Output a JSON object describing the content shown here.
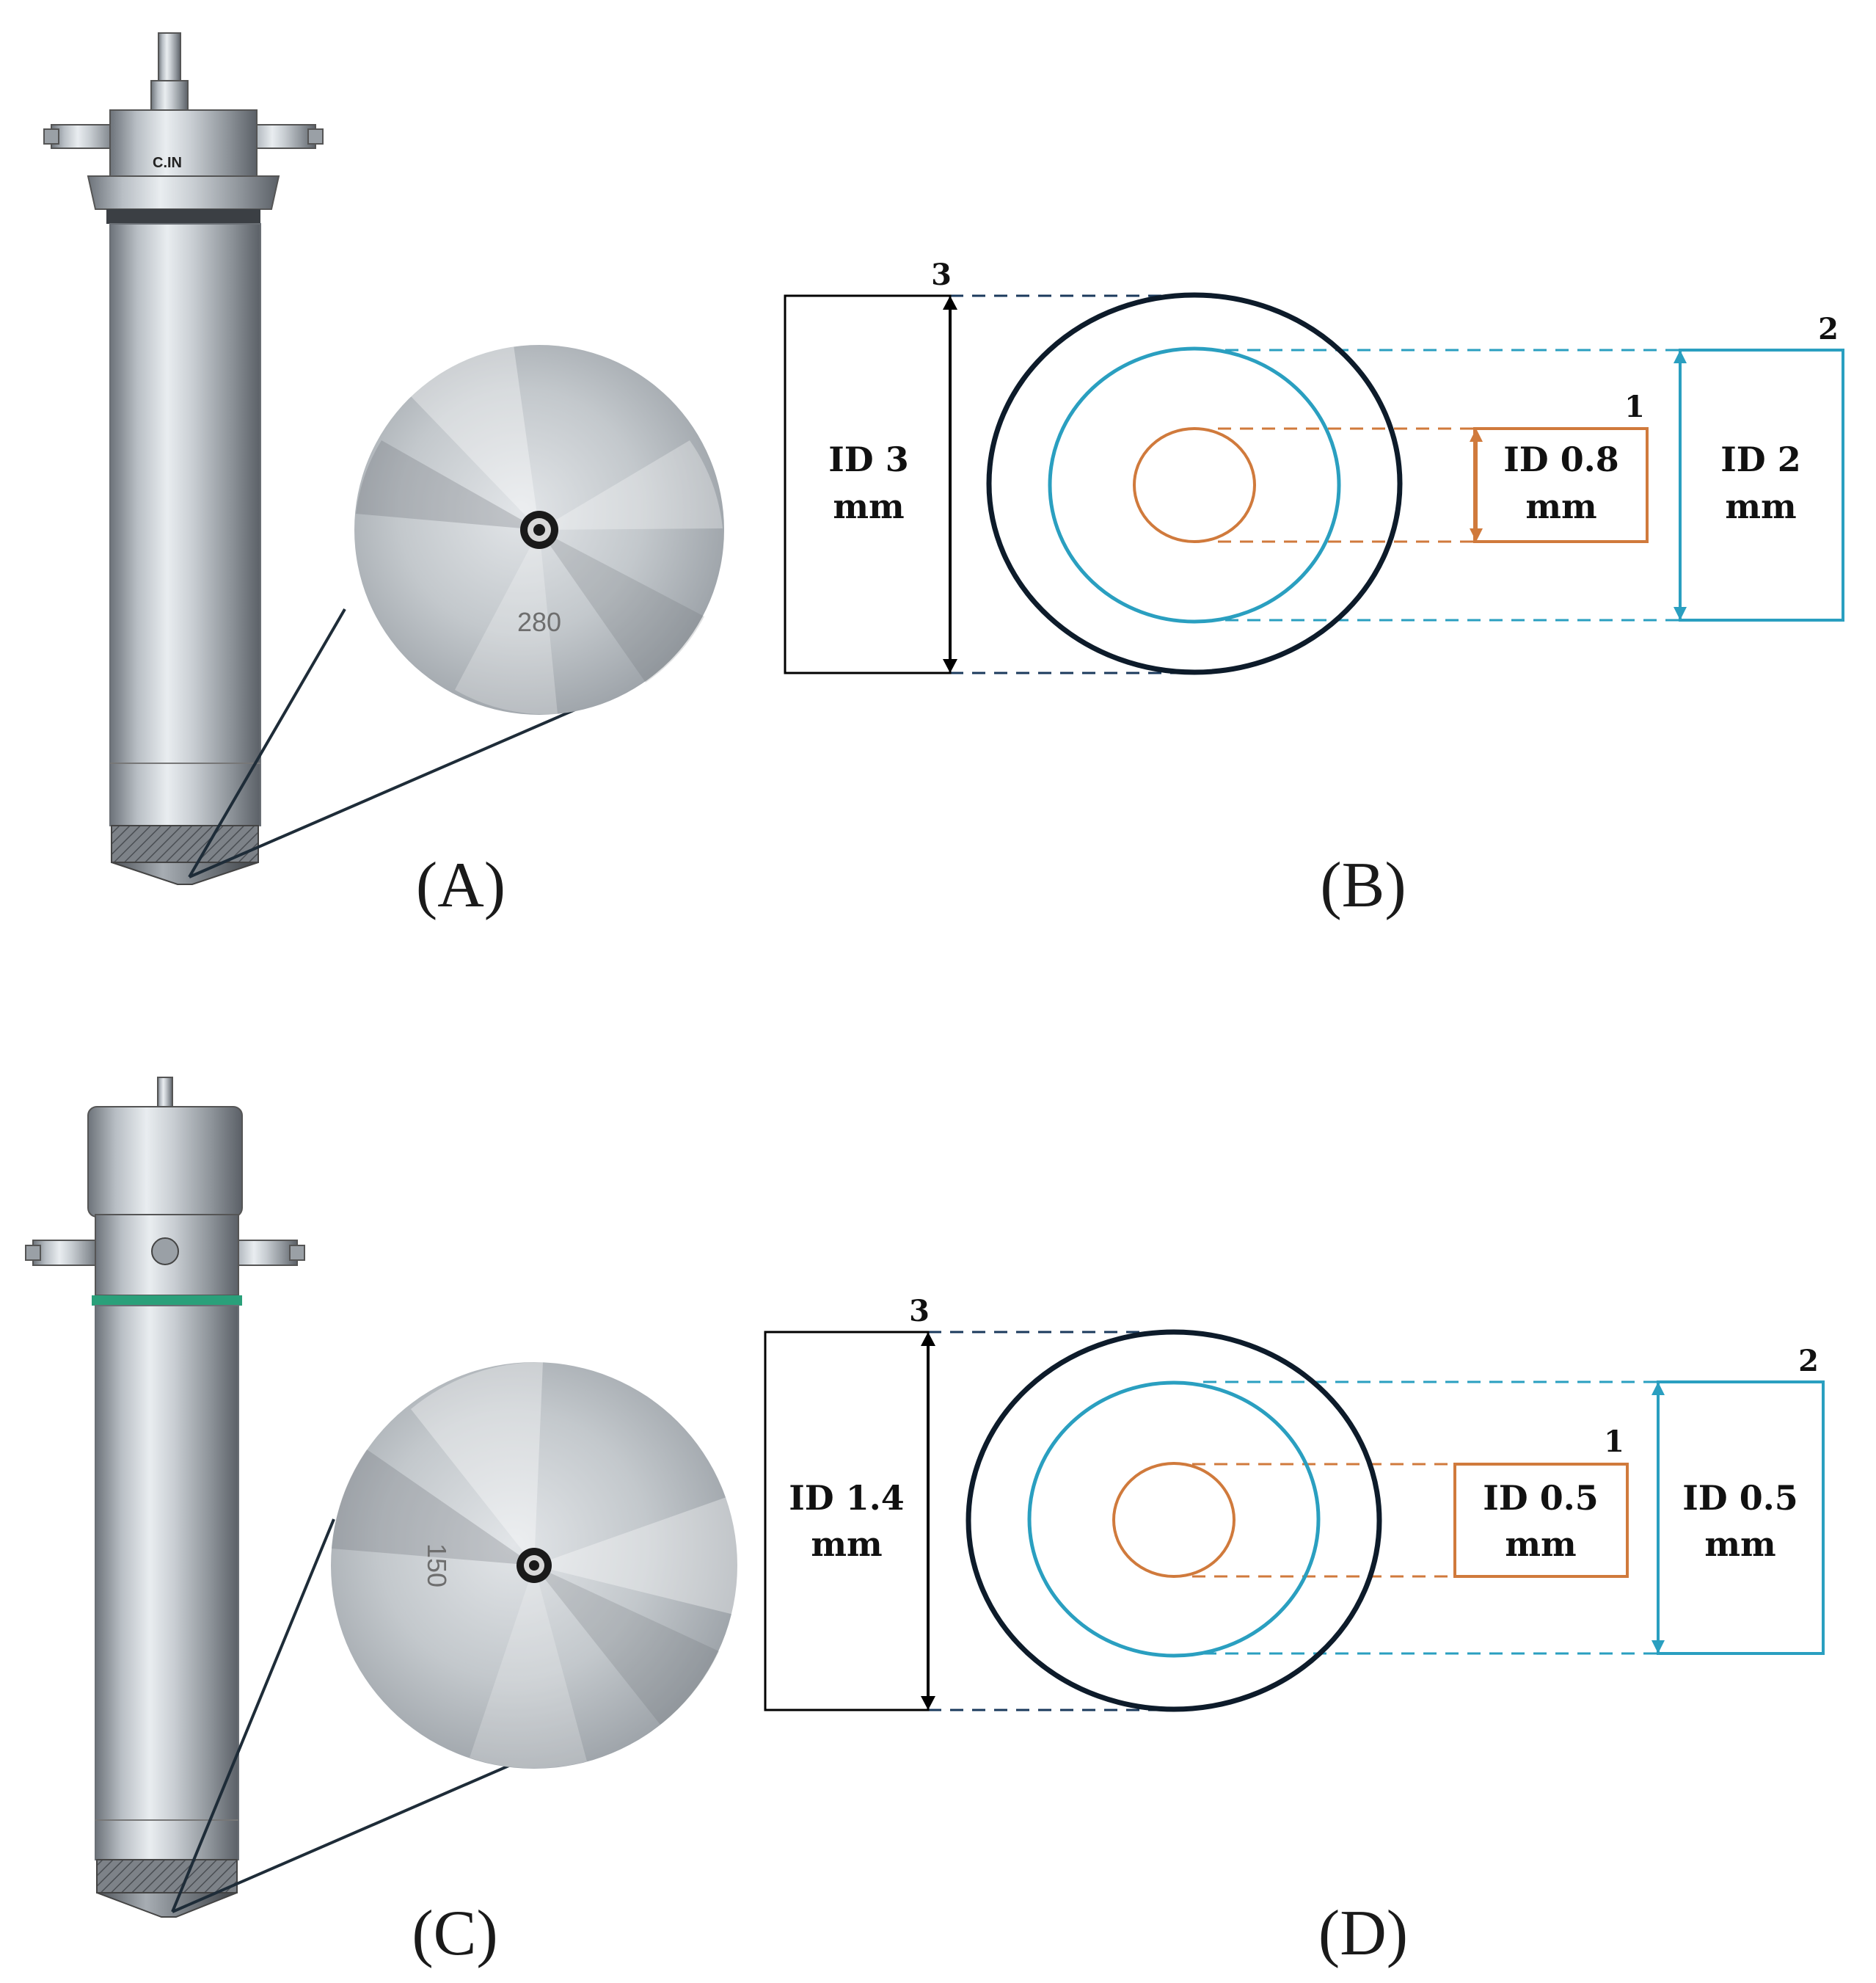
{
  "panels": {
    "A": {
      "label": "(A)",
      "port_label": "C.IN",
      "disc_number": "280"
    },
    "B": {
      "label": "(B)",
      "box3": {
        "number": "3",
        "line1": "ID 3",
        "line2": "mm"
      },
      "box2": {
        "number": "2",
        "line1": "ID 2",
        "line2": "mm"
      },
      "box1": {
        "number": "1",
        "line1": "ID 0.8",
        "line2": "mm"
      }
    },
    "C": {
      "label": "(C)",
      "disc_number": "150"
    },
    "D": {
      "label": "(D)",
      "box3": {
        "number": "3",
        "line1": "ID 1.4",
        "line2": "mm"
      },
      "box2": {
        "number": "2",
        "line1": "ID 0.5",
        "line2": "mm"
      },
      "box1": {
        "number": "1",
        "line1": "ID 0.5",
        "line2": "mm"
      }
    }
  },
  "colors": {
    "outer_ring": "#0d1b2a",
    "middle_ring": "#2a9fc0",
    "inner_ring": "#d07a3c"
  }
}
